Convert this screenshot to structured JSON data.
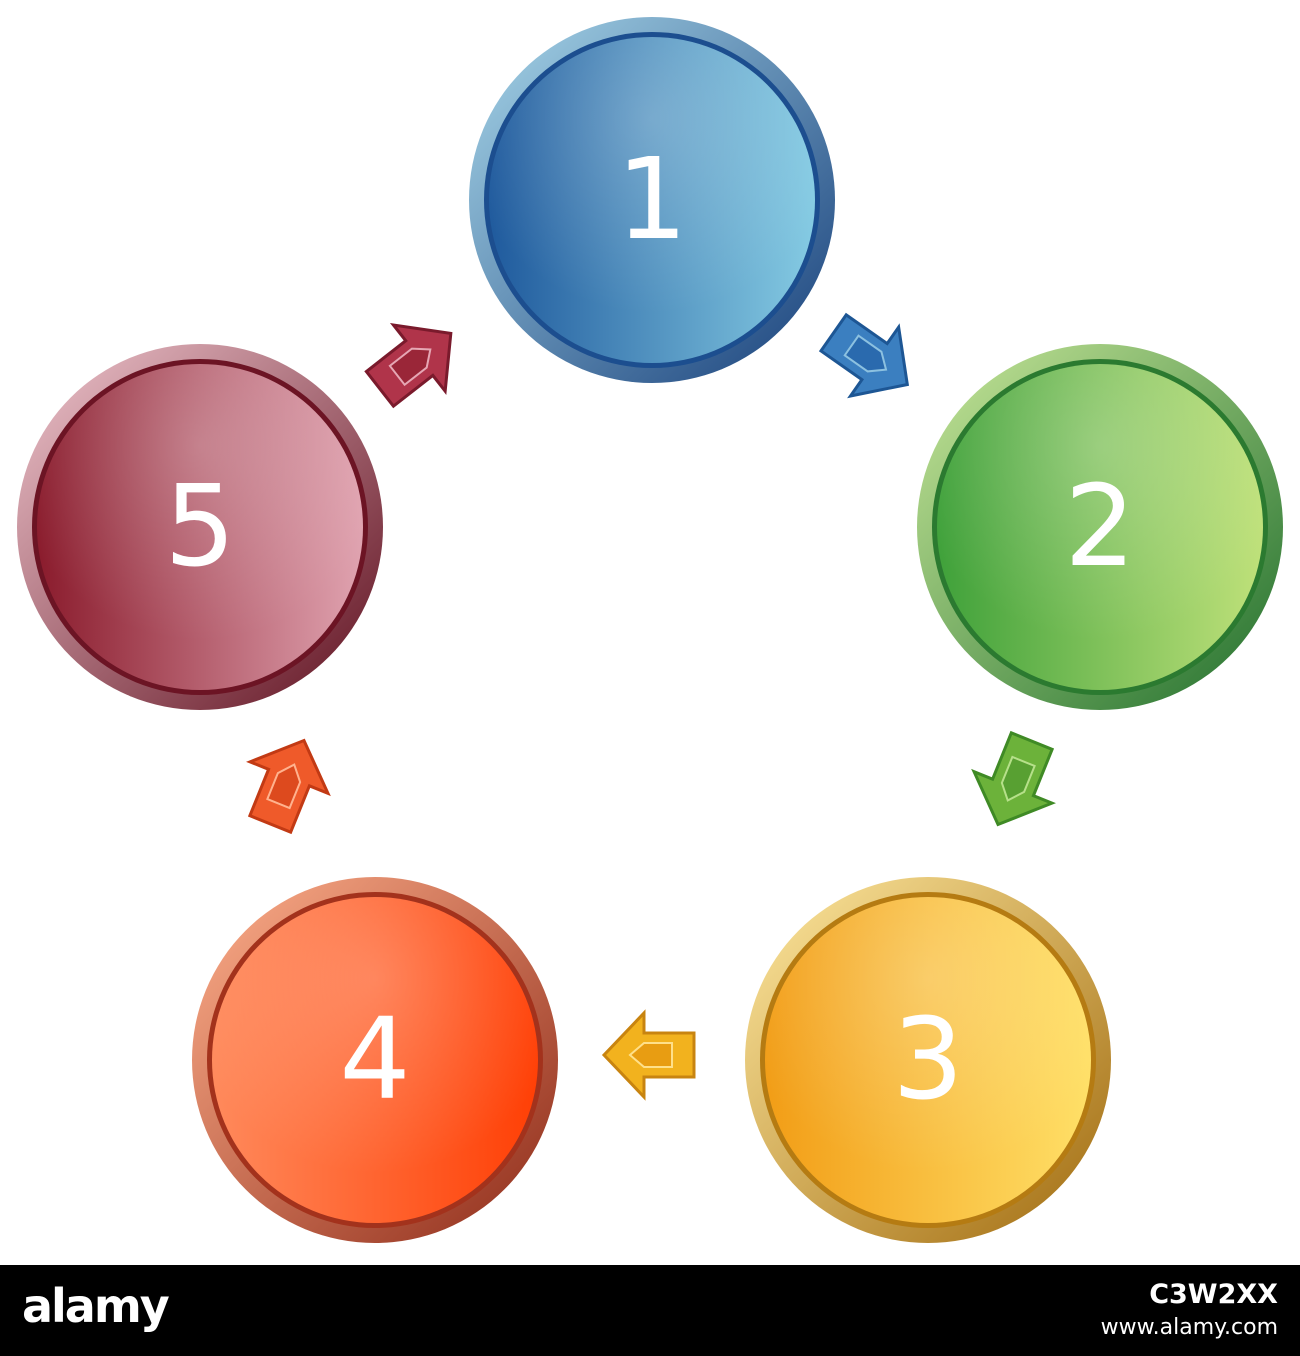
{
  "diagram": {
    "steps": [
      {
        "label": "1",
        "color": "#3b7fc0"
      },
      {
        "label": "2",
        "color": "#5aaa3e"
      },
      {
        "label": "3",
        "color": "#f2b21e"
      },
      {
        "label": "4",
        "color": "#ef4f1c"
      },
      {
        "label": "5",
        "color": "#9a2f3e"
      }
    ],
    "arrows": [
      {
        "from": "1",
        "to": "2",
        "color": "#3b7fc0"
      },
      {
        "from": "2",
        "to": "3",
        "color": "#6cb23a"
      },
      {
        "from": "3",
        "to": "4",
        "color": "#f2b21e"
      },
      {
        "from": "4",
        "to": "5",
        "color": "#ef5a2a"
      },
      {
        "from": "5",
        "to": "1",
        "color": "#b0344a"
      }
    ]
  },
  "footer": {
    "logo": "alamy",
    "image_id": "C3W2XX",
    "url": "www.alamy.com"
  }
}
